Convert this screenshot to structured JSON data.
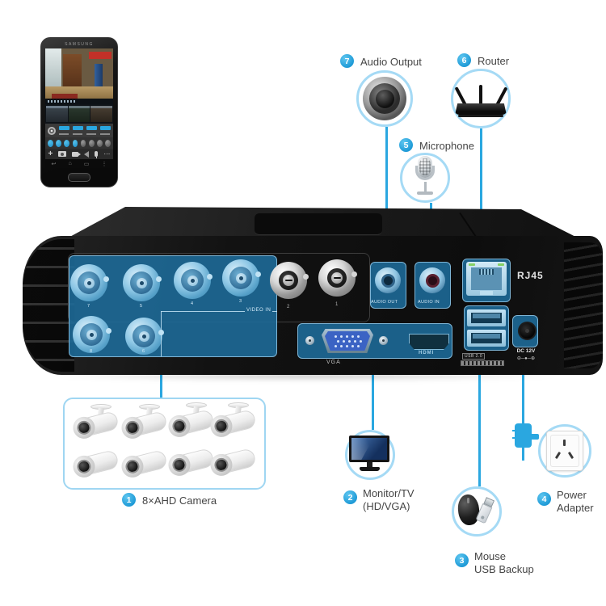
{
  "diagram": {
    "phone": {
      "brand": "SAMSUNG"
    },
    "callouts": {
      "audio_output": {
        "num": "7",
        "label": "Audio Output"
      },
      "router": {
        "num": "6",
        "label": "Router"
      },
      "microphone": {
        "num": "5",
        "label": "Microphone"
      },
      "camera": {
        "num": "1",
        "label": "8×AHD Camera"
      },
      "monitor": {
        "num": "2",
        "line1": "Monitor/TV",
        "line2": "(HD/VGA)"
      },
      "mouse": {
        "num": "3",
        "line1": "Mouse",
        "line2": "USB Backup"
      },
      "power": {
        "num": "4",
        "line1": "Power",
        "line2": "Adapter"
      }
    },
    "dvr_labels": {
      "video_in": "VIDEO IN",
      "audio_out": "AUDIO OUT",
      "audio_in": "AUDIO IN",
      "rj45": "RJ45",
      "vga": "VGA",
      "hdmi": "HDMI",
      "usb": "USB 2.0",
      "dc": "DC 12V",
      "polarity": "⊖─●─⊕",
      "bnc": {
        "n7": "7",
        "n5": "5",
        "n4": "4",
        "n3": "3",
        "n2": "2",
        "n1": "1",
        "n8": "8",
        "n6": "6"
      }
    },
    "colors": {
      "line_blue": "#2aa7e0",
      "badge_blue": "#29abe2",
      "port_highlight": "#1e6c9b",
      "circle_border": "#a5daf5"
    }
  }
}
